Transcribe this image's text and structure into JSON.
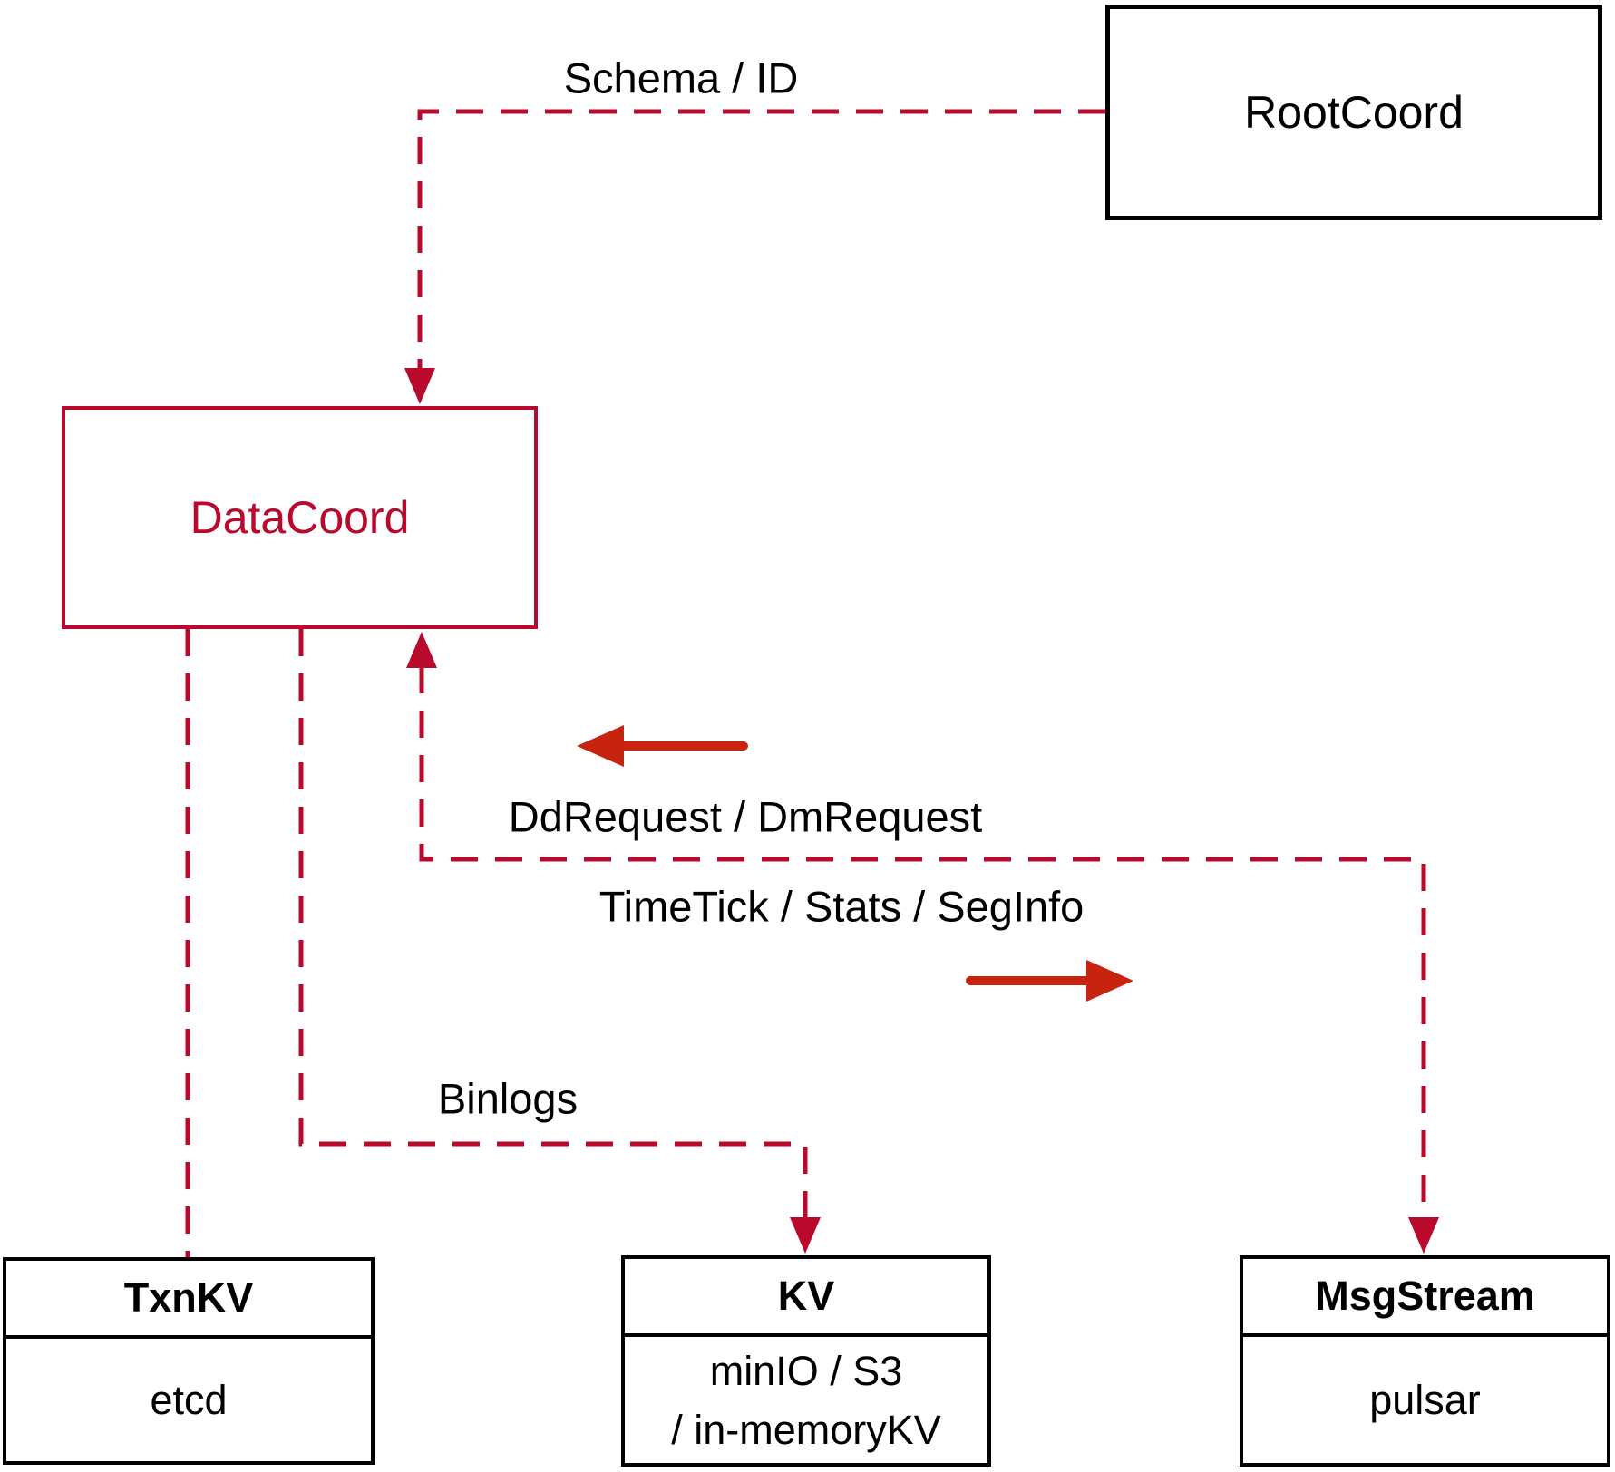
{
  "colors": {
    "connector": "#b90a2d",
    "arrow": "#c8230e",
    "ink": "#000000",
    "paper": "#ffffff"
  },
  "nodes": {
    "rootcoord": {
      "label": "RootCoord"
    },
    "datacoord": {
      "label": "DataCoord"
    },
    "txnkv": {
      "title": "TxnKV",
      "subtitle": "etcd"
    },
    "kv": {
      "title": "KV",
      "subtitle_line1": "minIO / S3",
      "subtitle_line2": "/ in-memoryKV"
    },
    "msgstream": {
      "title": "MsgStream",
      "subtitle": "pulsar"
    }
  },
  "edge_labels": {
    "schema_id": "Schema / ID",
    "dd_request": "DdRequest / DmRequest",
    "time_tick": "TimeTick / Stats / SegInfo",
    "binlogs": "Binlogs"
  }
}
